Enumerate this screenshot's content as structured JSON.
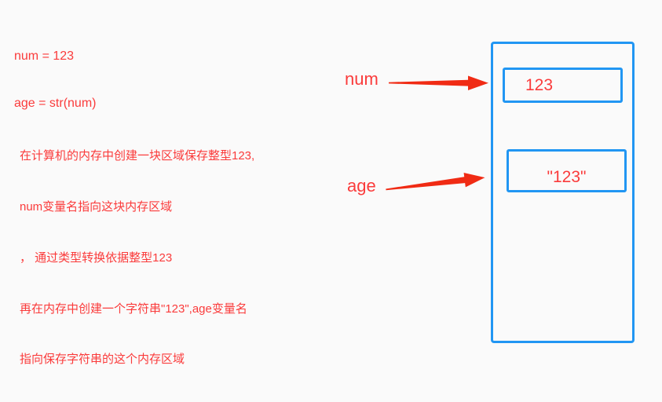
{
  "colors": {
    "background": "#fafafa",
    "memory_box_blue": "#2196f3",
    "text_red": "#fa3b3b",
    "arrow_red": "#f02b14"
  },
  "code_snippet": {
    "line1": "num = 123",
    "line2": "age = str(num)"
  },
  "description": {
    "lines": [
      "在计算机的内存中创建一块区域保存整型123,",
      "num变量名指向这块内存区域",
      "， 通过类型转换依据整型123",
      "再在内存中创建一个字符串\"123\",age变量名",
      "指向保存字符串的这个内存区域"
    ]
  },
  "memory_diagram": {
    "num_label": "num",
    "age_label": "age",
    "int_box_value": "123",
    "str_box_value": "\"123\""
  }
}
